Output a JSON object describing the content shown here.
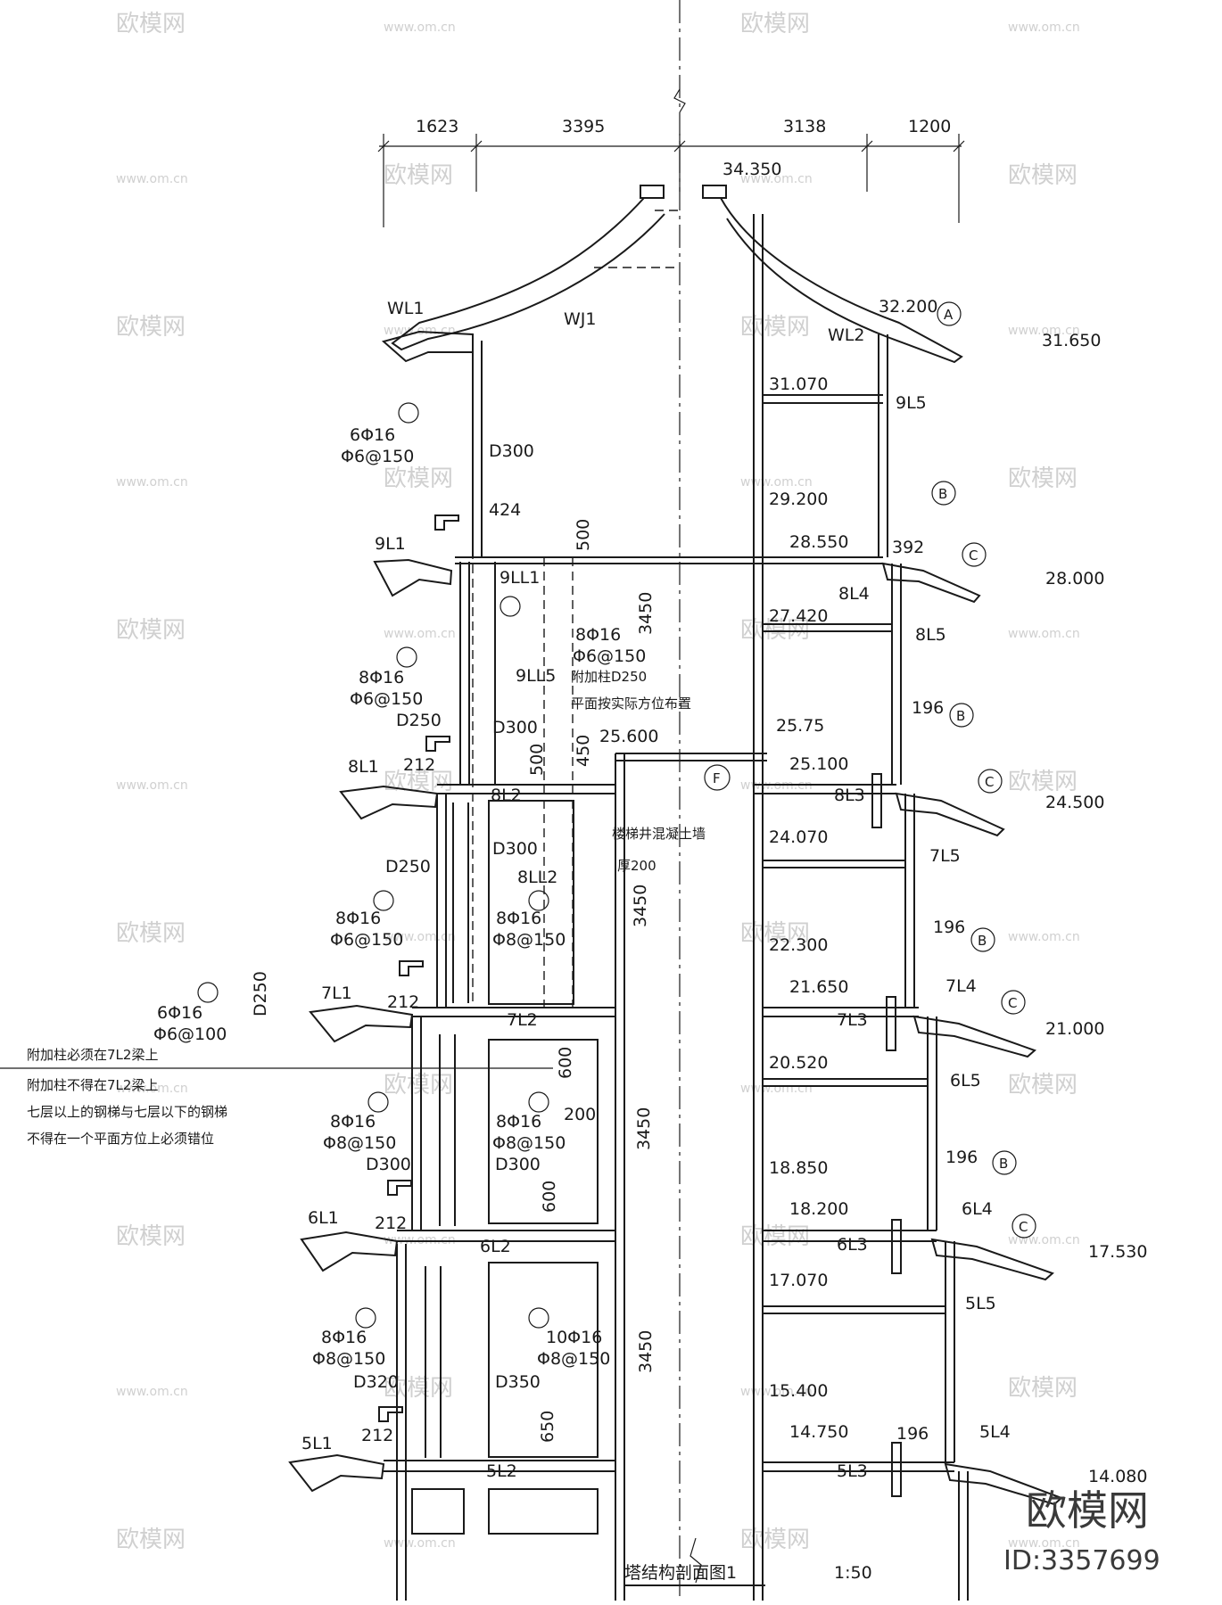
{
  "drawing": {
    "title": "塔结构剖面图1",
    "scale": "1:50",
    "top_dims": [
      "1623",
      "3395",
      "3138",
      "1200"
    ],
    "elevations": [
      "34.350",
      "32.200",
      "31.650",
      "31.070",
      "29.200",
      "28.550",
      "28.000",
      "27.420",
      "25.600",
      "25.75",
      "25.100",
      "24.500",
      "24.070",
      "22.300",
      "21.650",
      "21.000",
      "20.520",
      "18.850",
      "18.200",
      "17.530",
      "17.070",
      "15.400",
      "14.750",
      "14.080"
    ],
    "beam_labels": [
      "WL1",
      "WJ1",
      "WL2",
      "9L5",
      "9L1",
      "9LL1",
      "8L4",
      "8L5",
      "9LL5",
      "8L1",
      "8L2",
      "8L3",
      "8LL2",
      "7L5",
      "7L1",
      "7L2",
      "7L4",
      "7L3",
      "6L5",
      "6L1",
      "6L2",
      "6L4",
      "6L3",
      "5L5",
      "5L1",
      "5L2",
      "5L4",
      "5L3"
    ],
    "rebar": [
      "6Φ16",
      "Φ6@150",
      "8Φ16",
      "Φ6@150",
      "8Φ16",
      "Φ6@150",
      "8Φ16",
      "Φ6@150",
      "8Φ16",
      "Φ8@150",
      "6Φ16",
      "Φ6@100",
      "8Φ16",
      "Φ8@150",
      "8Φ16",
      "Φ8@150",
      "8Φ16",
      "Φ8@150",
      "10Φ16",
      "Φ8@150"
    ],
    "dim_labels": [
      "D300",
      "424",
      "500",
      "3450",
      "D250",
      "D300",
      "212",
      "450",
      "500",
      "D300",
      "D250",
      "3450",
      "D250",
      "212",
      "600",
      "200",
      "3450",
      "D300",
      "D300",
      "600",
      "212",
      "3450",
      "D320",
      "D350",
      "650",
      "212",
      "392",
      "196",
      "196",
      "196",
      "196"
    ],
    "axis_marks": [
      "A",
      "B",
      "C",
      "B",
      "C",
      "B",
      "C",
      "B",
      "C",
      "F"
    ],
    "notes": [
      "附加柱D250",
      "平面按实际方位布置",
      "楼梯井混凝土墙",
      "厚200",
      "附加柱必须在7L2梁上",
      "附加柱不得在7L2梁上",
      "七层以上的钢梯与七层以下的钢梯",
      "不得在一个平面方位上必须错位"
    ]
  },
  "watermark": {
    "brand": "欧模网",
    "url": "www.om.cn",
    "site_id": "ID:3357699"
  }
}
